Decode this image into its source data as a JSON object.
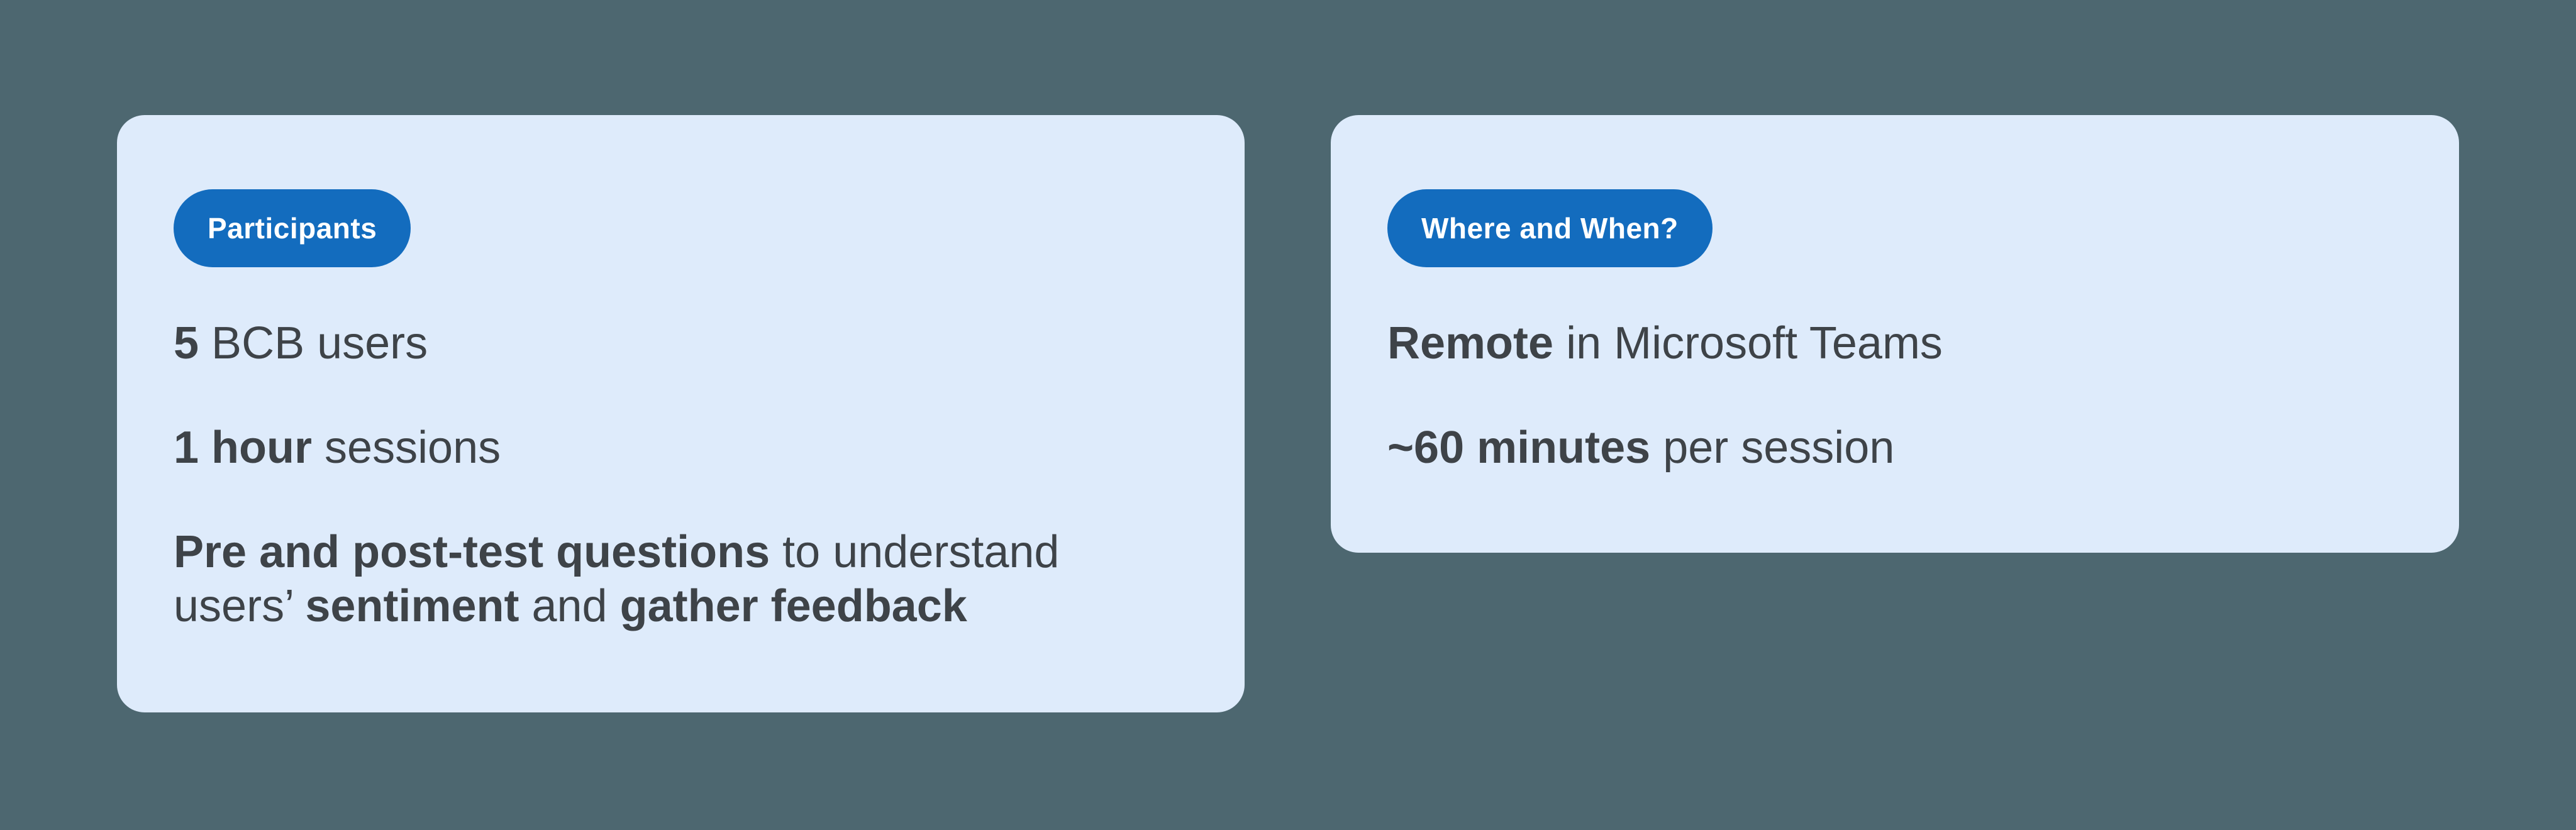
{
  "colors": {
    "background": "#4D6770",
    "card": "#DEEBFB",
    "badge": "#136CBE",
    "badge_text": "#FFFFFF",
    "body_text": "#3E4348"
  },
  "cards": [
    {
      "badge": "Participants",
      "paragraphs": [
        {
          "lines": [
            {
              "segments": [
                {
                  "text": "5",
                  "bold": true
                },
                {
                  "text": " BCB users",
                  "bold": false
                }
              ]
            }
          ]
        },
        {
          "lines": [
            {
              "segments": [
                {
                  "text": "1 hour",
                  "bold": true
                },
                {
                  "text": " sessions",
                  "bold": false
                }
              ]
            }
          ]
        },
        {
          "lines": [
            {
              "segments": [
                {
                  "text": "Pre and post-test questions",
                  "bold": true
                },
                {
                  "text": " to understand",
                  "bold": false
                }
              ]
            },
            {
              "segments": [
                {
                  "text": "users’ ",
                  "bold": false
                },
                {
                  "text": "sentiment",
                  "bold": true
                },
                {
                  "text": " and ",
                  "bold": false
                },
                {
                  "text": "gather feedback",
                  "bold": true
                }
              ]
            }
          ]
        }
      ]
    },
    {
      "badge": "Where and When?",
      "paragraphs": [
        {
          "lines": [
            {
              "segments": [
                {
                  "text": "Remote",
                  "bold": true
                },
                {
                  "text": " in Microsoft Teams",
                  "bold": false
                }
              ]
            }
          ]
        },
        {
          "lines": [
            {
              "segments": [
                {
                  "text": "~60 minutes",
                  "bold": true
                },
                {
                  "text": " per session",
                  "bold": false
                }
              ]
            }
          ]
        }
      ]
    }
  ]
}
